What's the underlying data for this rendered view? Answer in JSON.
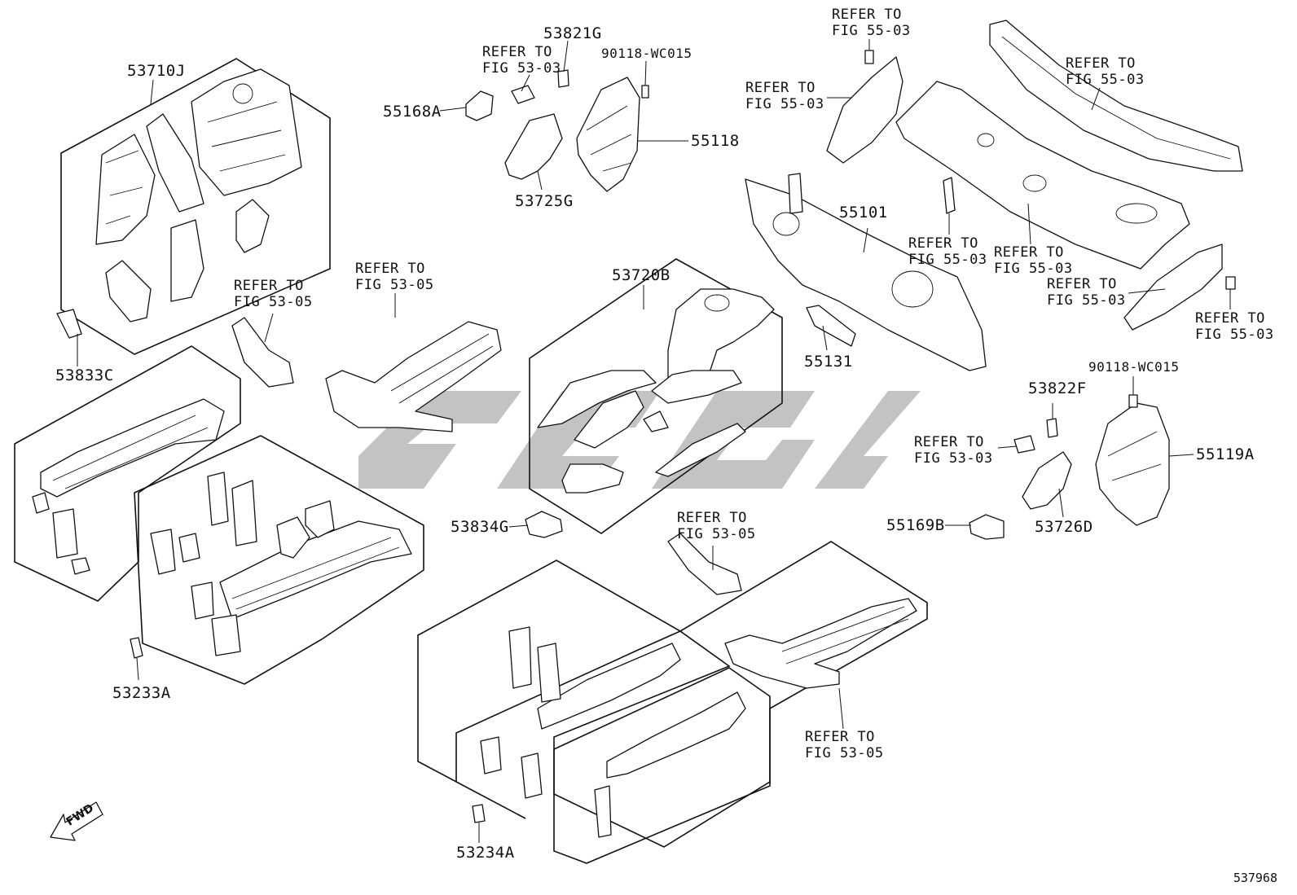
{
  "document_number": "537968",
  "fwd_label": "FWD",
  "part_numbers": {
    "p53710J": "53710J",
    "p53833C": "53833C",
    "p53233A": "53233A",
    "p53821G": "53821G",
    "p90118_top": "90118-WC015",
    "p55168A": "55168A",
    "p55118": "55118",
    "p53725G": "53725G",
    "p55101": "55101",
    "p55131": "55131",
    "p53720B": "53720B",
    "p53834G": "53834G",
    "p53822F": "53822F",
    "p90118_right": "90118-WC015",
    "p55119A": "55119A",
    "p55169B": "55169B",
    "p53726D": "53726D",
    "p53234A": "53234A"
  },
  "references": {
    "ref_53_03_top": [
      "REFER TO",
      "FIG 53-03"
    ],
    "ref_55_03_a": [
      "REFER TO",
      "FIG 55-03"
    ],
    "ref_55_03_b": [
      "REFER TO",
      "FIG 55-03"
    ],
    "ref_55_03_c": [
      "REFER TO",
      "FIG 55-03"
    ],
    "ref_55_03_d": [
      "REFER TO",
      "FIG 55-03"
    ],
    "ref_55_03_e": [
      "REFER TO",
      "FIG 55-03"
    ],
    "ref_55_03_f": [
      "REFER TO",
      "FIG 55-03"
    ],
    "ref_55_03_g": [
      "REFER TO",
      "FIG 55-03"
    ],
    "ref_53_05_a": [
      "REFER TO",
      "FIG 53-05"
    ],
    "ref_53_05_b": [
      "REFER TO",
      "FIG 53-05"
    ],
    "ref_53_05_c": [
      "REFER TO",
      "FIG 53-05"
    ],
    "ref_53_05_d": [
      "REFER TO",
      "FIG 53-05"
    ],
    "ref_53_03_right": [
      "REFER TO",
      "FIG 53-03"
    ]
  }
}
